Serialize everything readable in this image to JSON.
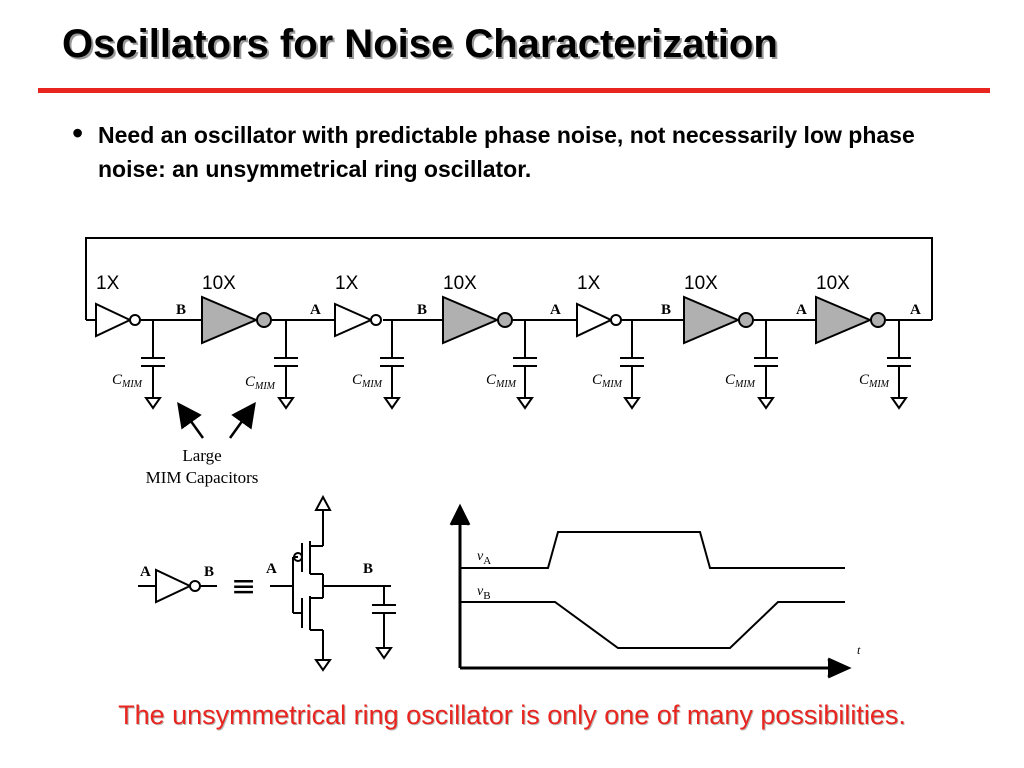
{
  "slide": {
    "title": "Oscillators for Noise Characterization",
    "bullet": "Need an oscillator with predictable phase noise, not necessarily low phase noise: an unsymmetrical ring oscillator.",
    "bullet_glyph": "•",
    "caption": "The unsymmetrical ring oscillator is only one of many possibilities."
  },
  "ring": {
    "stages": [
      {
        "size": "1X",
        "out_node": "B"
      },
      {
        "size": "10X",
        "out_node": "A"
      },
      {
        "size": "1X",
        "out_node": "B"
      },
      {
        "size": "10X",
        "out_node": "A"
      },
      {
        "size": "1X",
        "out_node": "B"
      },
      {
        "size": "10X",
        "out_node": "A"
      },
      {
        "size": "10X",
        "out_node": "A"
      }
    ],
    "cap_label_main": "C",
    "cap_label_sub": "MIM",
    "annotation_line1": "Large",
    "annotation_line2": "MIM Capacitors"
  },
  "detail": {
    "in_label": "A",
    "out_label": "B",
    "equiv_glyph": "≡"
  },
  "waveform": {
    "va_main": "v",
    "va_sub": "A",
    "vb_main": "v",
    "vb_sub": "B",
    "t_label": "t"
  },
  "colors": {
    "accent_red": "#e8251f",
    "big_inverter_fill": "#b0b0b0",
    "line": "#000000"
  }
}
